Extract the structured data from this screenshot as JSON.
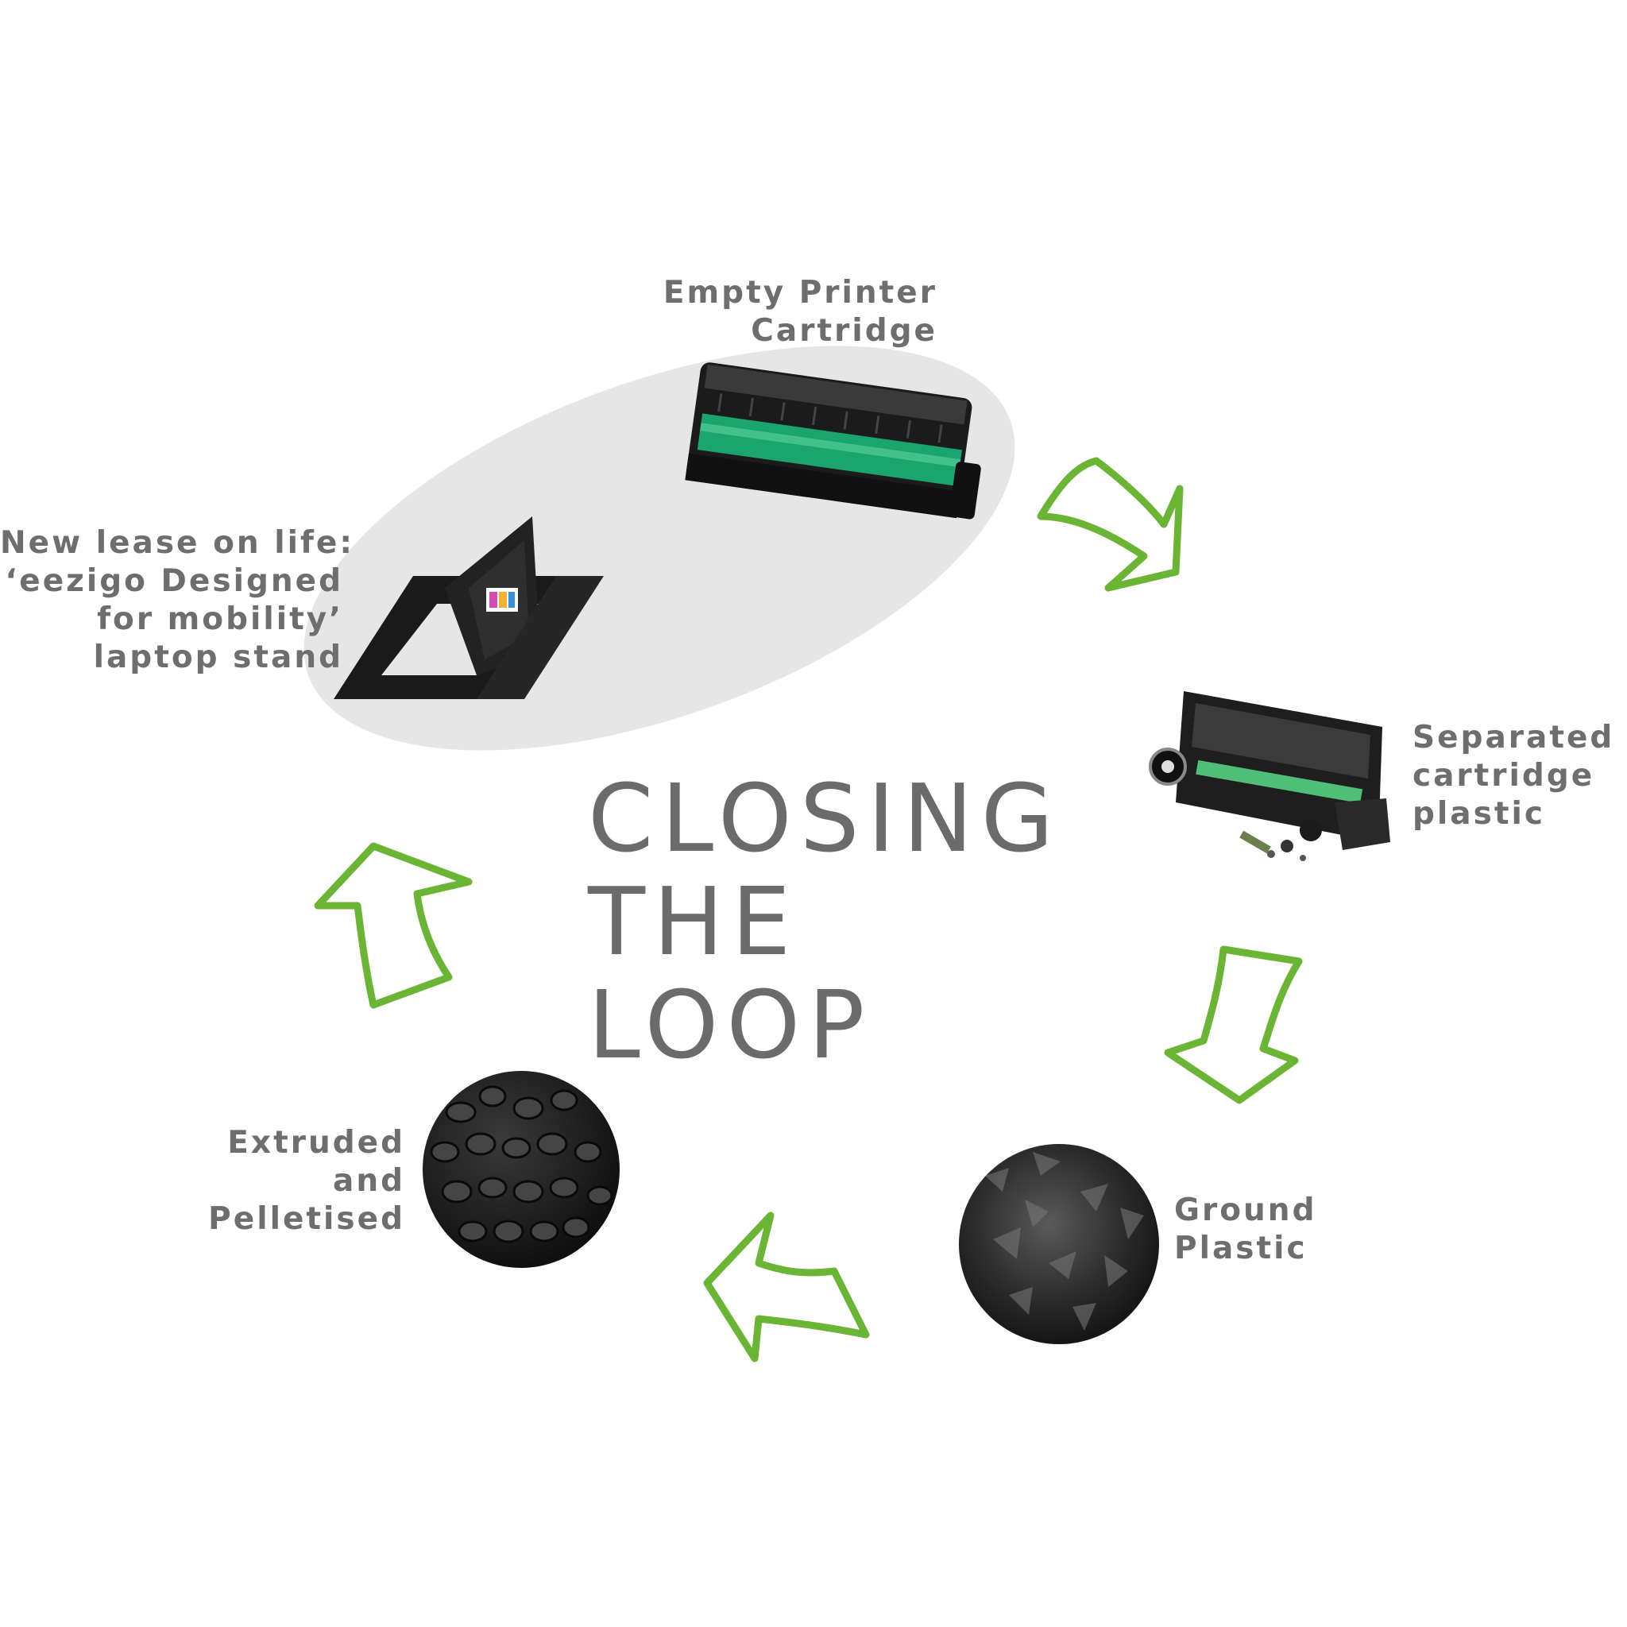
{
  "title": {
    "line1": "CLOSING",
    "line2": "THE LOOP"
  },
  "steps": {
    "empty_cartridge": {
      "line1": "Empty Printer",
      "line2": "Cartridge"
    },
    "separated": {
      "line1": "Separated",
      "line2": "cartridge",
      "line3": "plastic"
    },
    "ground": {
      "line1": "Ground",
      "line2": "Plastic"
    },
    "extruded": {
      "line1": "Extruded",
      "line2": "and",
      "line3": "Pelletised"
    },
    "new_life": {
      "line1": "New lease on life:",
      "line2": "‘eezigo Designed",
      "line3": "for mobility’",
      "line4": "laptop stand"
    }
  },
  "colors": {
    "arrow_green": "#6ab534",
    "text_grey": "#6e6e6e",
    "highlight_ellipse": "#e6e6e6",
    "cartridge_green": "#1aa56e"
  },
  "icons": {
    "cartridge": "printer-cartridge-icon",
    "separated": "separated-cartridge-icon",
    "ground": "ground-plastic-icon",
    "pellets": "plastic-pellets-icon",
    "laptop_stand": "laptop-stand-icon",
    "arrow": "cycle-arrow-icon"
  }
}
